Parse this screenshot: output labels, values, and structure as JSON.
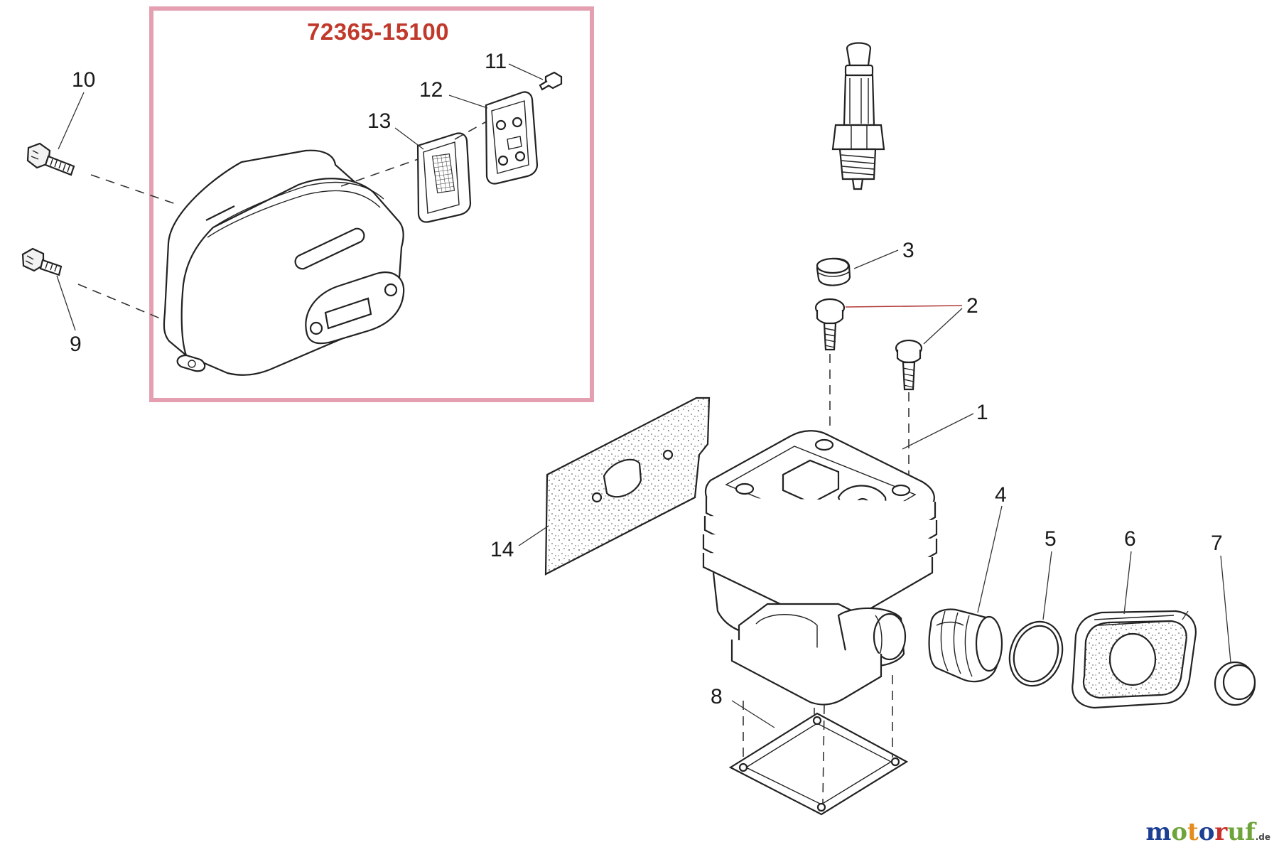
{
  "kit": {
    "part_number": "72365-15100",
    "frame_color": "#e4a0b0",
    "text_color": "#c0392b"
  },
  "callouts": {
    "c1": "1",
    "c2": "2",
    "c3": "3",
    "c4": "4",
    "c5": "5",
    "c6": "6",
    "c7": "7",
    "c8": "8",
    "c9": "9",
    "c10": "10",
    "c11": "11",
    "c12": "12",
    "c13": "13",
    "c14": "14"
  },
  "brand": {
    "letters": [
      "m",
      "o",
      "t",
      "o",
      "r",
      "uf"
    ],
    "tld": ".de",
    "colors": [
      "#1c3f94",
      "#6ea43a",
      "#e48c1c",
      "#1c3f94",
      "#c9302c",
      "#6ea43a"
    ]
  },
  "parts": {
    "p1": "cylinder-icon",
    "p2": "bolt-icon",
    "p3": "plug-cap-icon",
    "p4": "intake-boot-icon",
    "p5": "o-ring-icon",
    "p6": "insulator-icon",
    "p7": "clamp-ring-icon",
    "p8": "base-gasket-icon",
    "p9": "bolt-icon",
    "p10": "bolt-icon",
    "p11": "screw-icon",
    "p12": "muffler-plate-icon",
    "p13": "spark-screen-icon",
    "p14": "muffler-gasket-icon",
    "p15": "spark-plug-icon",
    "p16": "muffler-icon"
  }
}
